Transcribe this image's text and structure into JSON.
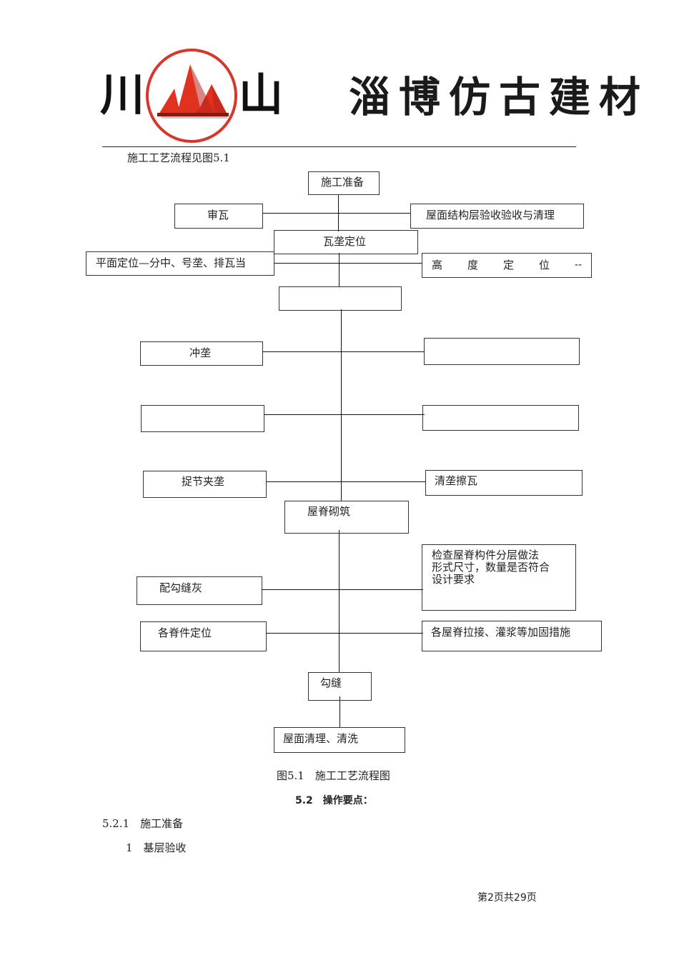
{
  "header": {
    "logo": {
      "left_char": "川",
      "right_char": "山",
      "emblem": "red-mountain-circle-logo",
      "colors": {
        "circle": "#d7362b",
        "mountain": "#e0321f",
        "shadow": "#8a1a10"
      }
    },
    "brand_text": "淄博仿古建材"
  },
  "intro_text": "施工工艺流程见图5.1",
  "flowchart": {
    "main": [
      {
        "id": "prep",
        "label": "施工准备"
      },
      {
        "id": "tile-position",
        "label": "瓦垄定位"
      },
      {
        "id": "blank-1",
        "label": ""
      },
      {
        "id": "ridge",
        "label": "屋脊砌筑"
      },
      {
        "id": "pointing",
        "label": "勾缝"
      },
      {
        "id": "cleanup",
        "label": "屋面清理、清洗"
      }
    ],
    "left": [
      {
        "id": "inspect-tile",
        "label": "审瓦"
      },
      {
        "id": "plane-position",
        "label": "平面定位—分中、号垄、排瓦当"
      },
      {
        "id": "chong-long",
        "label": "冲垄"
      },
      {
        "id": "blank-left",
        "label": ""
      },
      {
        "id": "jie-jie",
        "label": "捉节夹垄"
      },
      {
        "id": "mortar",
        "label": "配勾缝灰"
      },
      {
        "id": "ridge-position",
        "label": "各脊件定位"
      }
    ],
    "right": [
      {
        "id": "roof-check",
        "label": "屋面结构层验收验收与清理"
      },
      {
        "id": "height-position",
        "chars": [
          "高",
          "度",
          "定",
          "位",
          "--"
        ]
      },
      {
        "id": "blank-right-1",
        "label": ""
      },
      {
        "id": "blank-right-2",
        "label": ""
      },
      {
        "id": "clean-tile",
        "label": "清垄擦瓦"
      },
      {
        "id": "check-ridge",
        "lines": [
          "检查屋脊构件分层做法",
          "形式尺寸，数量是否符合",
          "设计要求"
        ]
      },
      {
        "id": "reinforce",
        "label": "各屋脊拉接、灌浆等加固措施"
      }
    ]
  },
  "caption": "图5.1　施工工艺流程图",
  "section": {
    "heading": "5.2　操作要点：",
    "sub_heading": "5.2.1　施工准备",
    "item": "1　基层验收"
  },
  "footer": {
    "page_info": "第2页共29页"
  }
}
